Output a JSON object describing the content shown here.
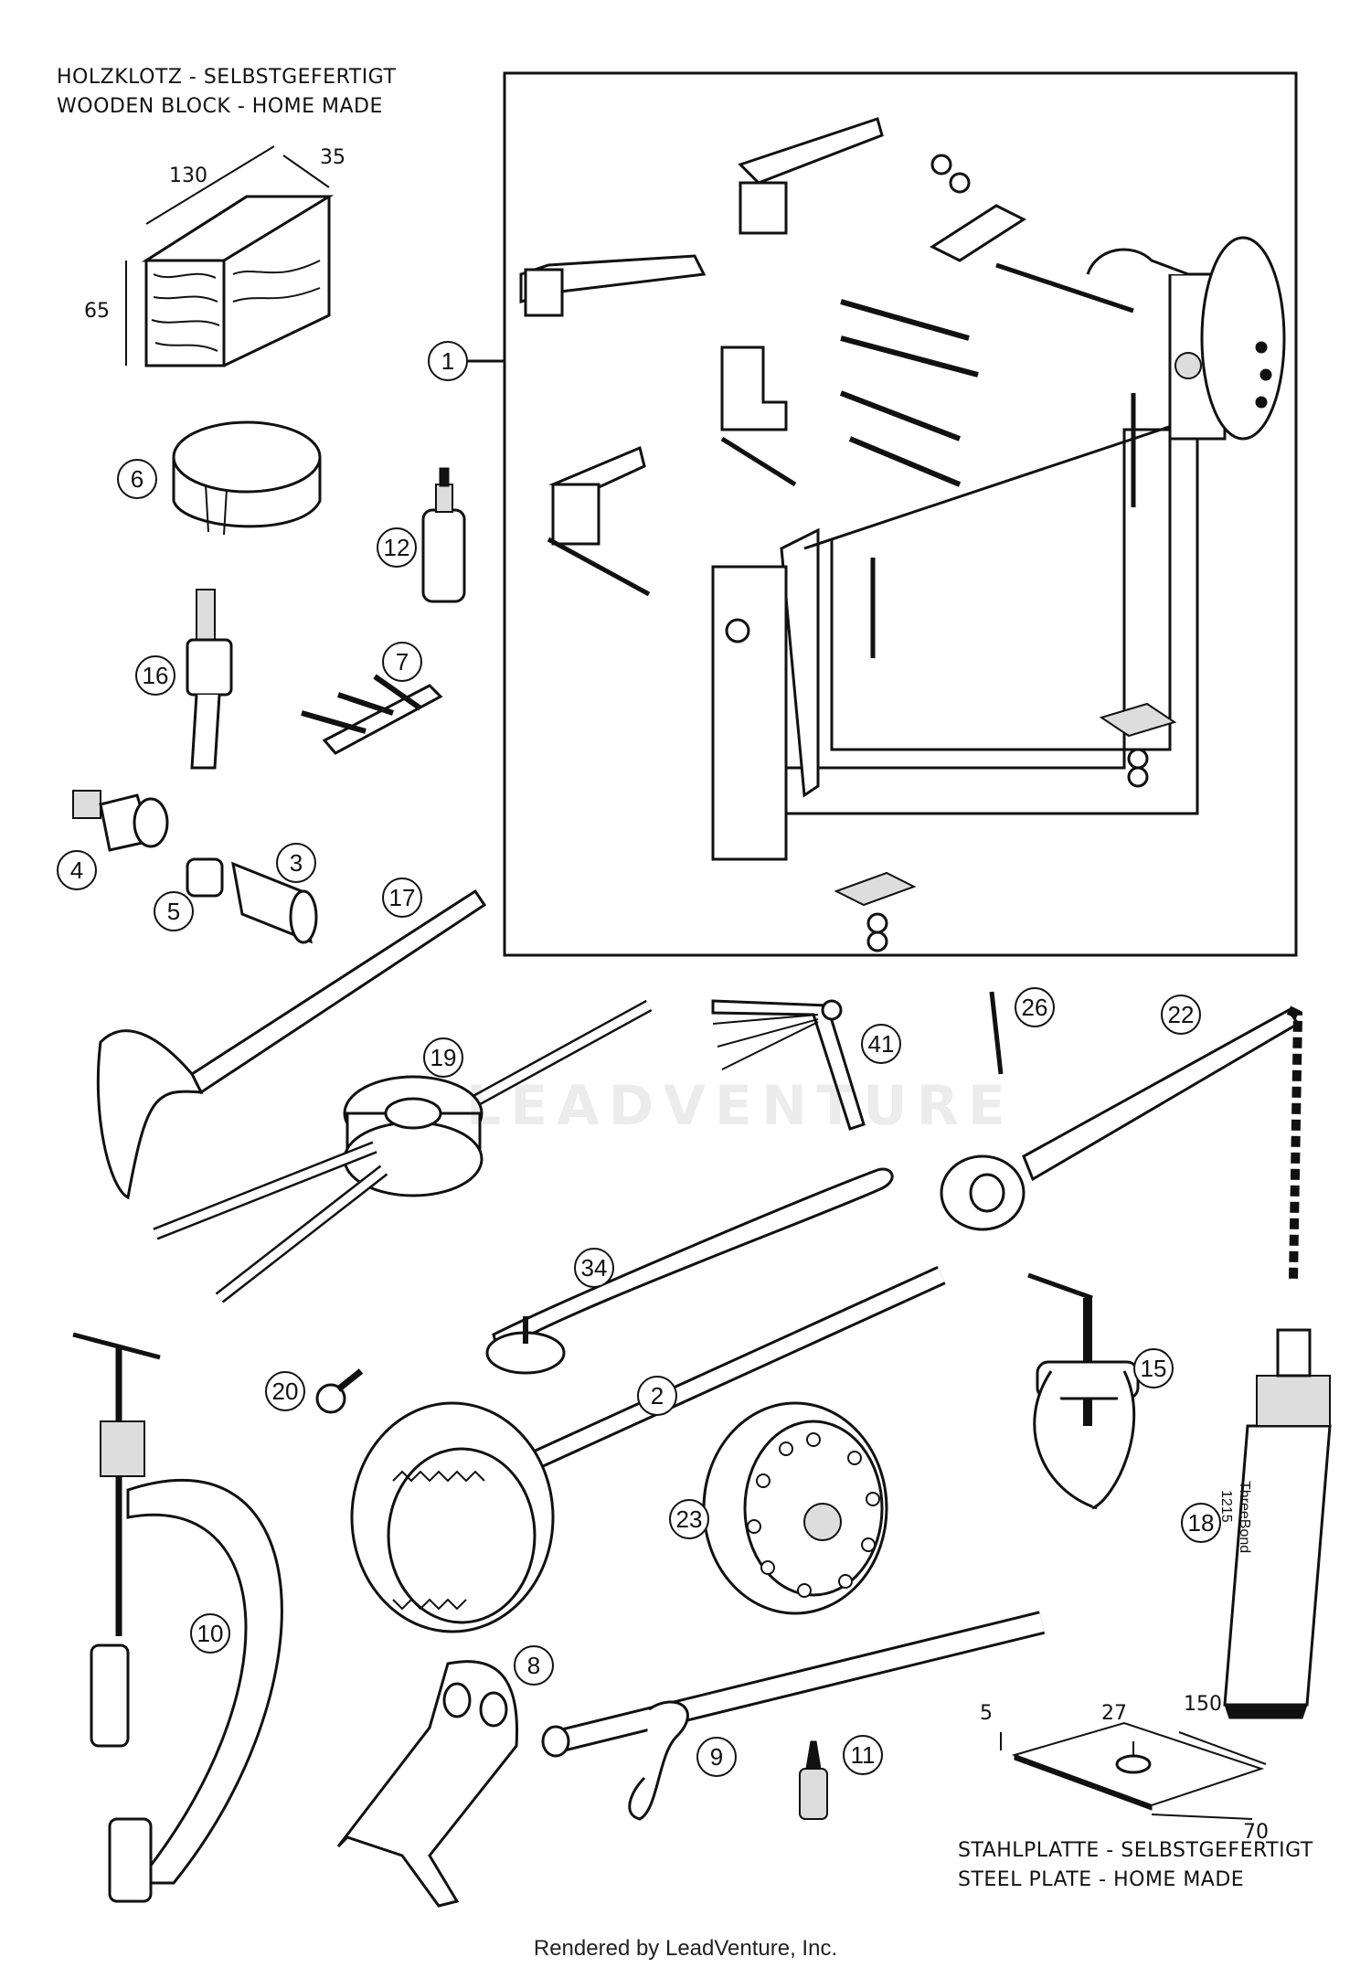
{
  "notes": {
    "wooden_block_de": "HOLZKLOTZ - SELBSTGEFERTIGT",
    "wooden_block_en": "WOODEN BLOCK - HOME MADE",
    "steel_plate_de": "STAHLPLATTE - SELBSTGEFERTIGT",
    "steel_plate_en": "STEEL PLATE - HOME MADE"
  },
  "dimensions": {
    "block_length": "130",
    "block_width": "35",
    "block_height": "65",
    "plate_thickness": "5",
    "plate_hole": "27",
    "plate_length": "150",
    "plate_width": "70"
  },
  "callouts": {
    "c1": "1",
    "c2": "2",
    "c3": "3",
    "c4": "4",
    "c5": "5",
    "c6": "6",
    "c7": "7",
    "c8": "8",
    "c9": "9",
    "c10": "10",
    "c11": "11",
    "c12": "12",
    "c15": "15",
    "c16": "16",
    "c17": "17",
    "c18": "18",
    "c19": "19",
    "c20": "20",
    "c22": "22",
    "c23": "23",
    "c26": "26",
    "c34": "34",
    "c41": "41"
  },
  "product_labels": {
    "threebond_brand": "ThreeBond",
    "threebond_number": "1215"
  },
  "watermark": "LEADVENTURE",
  "footer": "Rendered by LeadVenture, Inc."
}
